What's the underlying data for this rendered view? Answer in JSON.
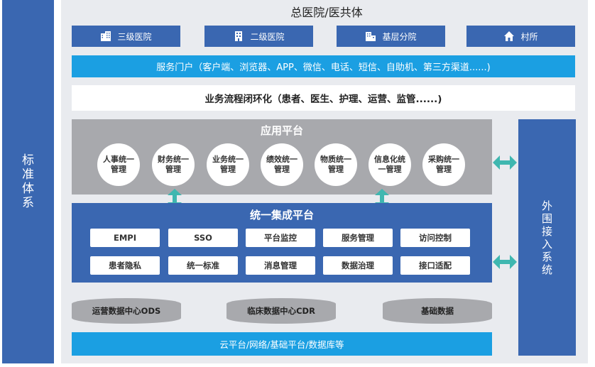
{
  "standard_system": {
    "label": "标准体系"
  },
  "title": "总医院/医共体",
  "tiers": [
    {
      "label": "三级医院",
      "icon": "hospital-building-icon"
    },
    {
      "label": "二级医院",
      "icon": "office-building-icon"
    },
    {
      "label": "基层分院",
      "icon": "branch-building-icon"
    },
    {
      "label": "村所",
      "icon": "home-icon"
    }
  ],
  "service_portal": {
    "label": "服务门户（客户端、浏览器、APP、微信、电话、短信、自助机、第三方渠道......)"
  },
  "business_process": {
    "label": "业务流程闭环化（患者、医生、护理、运营、监管......)"
  },
  "application_platform": {
    "title": "应用平台",
    "modules": [
      "人事统一管理",
      "财务统一管理",
      "业务统一管理",
      "绩效统一管理",
      "物质统一管理",
      "信息化统一管理",
      "采购统一管理"
    ]
  },
  "integration_platform": {
    "title": "统一集成平台",
    "modules": [
      "EMPI",
      "SSO",
      "平台监控",
      "服务管理",
      "访问控制",
      "患者隐私",
      "统一标准",
      "消息管理",
      "数据治理",
      "接口适配"
    ]
  },
  "data_centers": [
    "运营数据中心ODS",
    "临床数据中心CDR",
    "基础数据"
  ],
  "cloud_platform": {
    "label": "云平台/网络/基础平台/数据库等"
  },
  "external_access": {
    "label": "外围接入系统"
  },
  "colors": {
    "blue": "#3a67b1",
    "light_blue": "#1b9fe2",
    "gray": "#a8a9ad",
    "teal_arrow": "#3fb7b0",
    "canvas": "#e9ebef"
  }
}
